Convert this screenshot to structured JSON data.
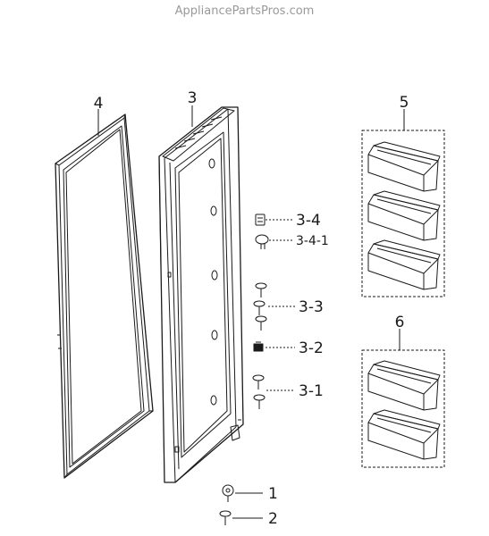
{
  "watermark": "AppliancePartsPros.com",
  "callouts": {
    "gasket": "4",
    "door_liner": "3",
    "bin_set_a": "5",
    "bin_set_b": "6",
    "part_3_4": "3-4",
    "part_3_4_1": "3-4-1",
    "part_3_3": "3-3",
    "part_3_2": "3-2",
    "part_3_1": "3-1",
    "part_1": "1",
    "part_2": "2"
  }
}
